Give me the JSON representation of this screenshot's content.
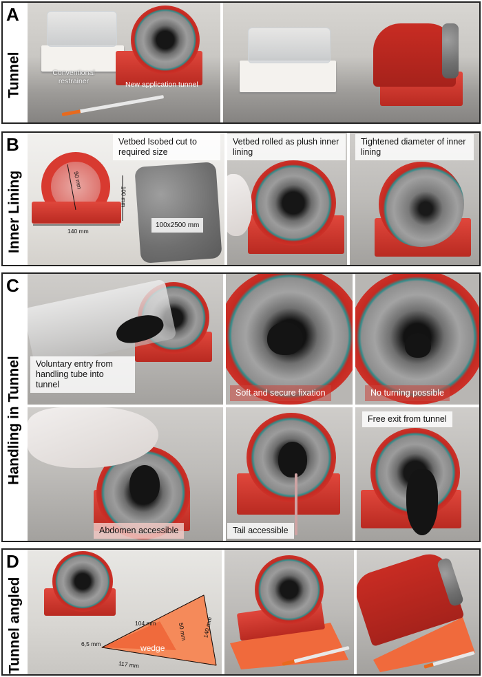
{
  "panels": {
    "A": {
      "letter": "A",
      "title": "Tunnel",
      "labels": {
        "conventional": "Conventional restrainer",
        "new_tunnel": "New application tunnel"
      }
    },
    "B": {
      "letter": "B",
      "title": "Inner Lining",
      "labels": {
        "cut": "Vetbed Isobed cut to required size",
        "rolled": "Vetbed rolled as plush inner lining",
        "tightened": "Tightened diameter of inner lining",
        "dim_90": "90 mm",
        "dim_100": "100 mm",
        "dim_140": "140 mm",
        "dim_size": "100x2500 mm"
      }
    },
    "C": {
      "letter": "C",
      "title": "Handling in Tunnel",
      "labels": {
        "voluntary": "Voluntary entry from handling tube into tunnel",
        "soft": "Soft and secure fixation",
        "no_turning": "No turning possible",
        "abdomen": "Abdomen accessible",
        "tail": "Tail accessible",
        "exit": "Free exit from tunnel"
      }
    },
    "D": {
      "letter": "D",
      "title": "Tunnel angled",
      "labels": {
        "wedge": "wedge",
        "d104": "104 mm",
        "d50": "50 mm",
        "d140": "140 mm",
        "d117": "117 mm",
        "d65": "6,5 mm"
      }
    }
  },
  "colors": {
    "tunnel_red": "#d43a30",
    "plush_grey": "#8a8a8a",
    "wedge_orange": "#f06a3c",
    "frame": "#222222"
  }
}
